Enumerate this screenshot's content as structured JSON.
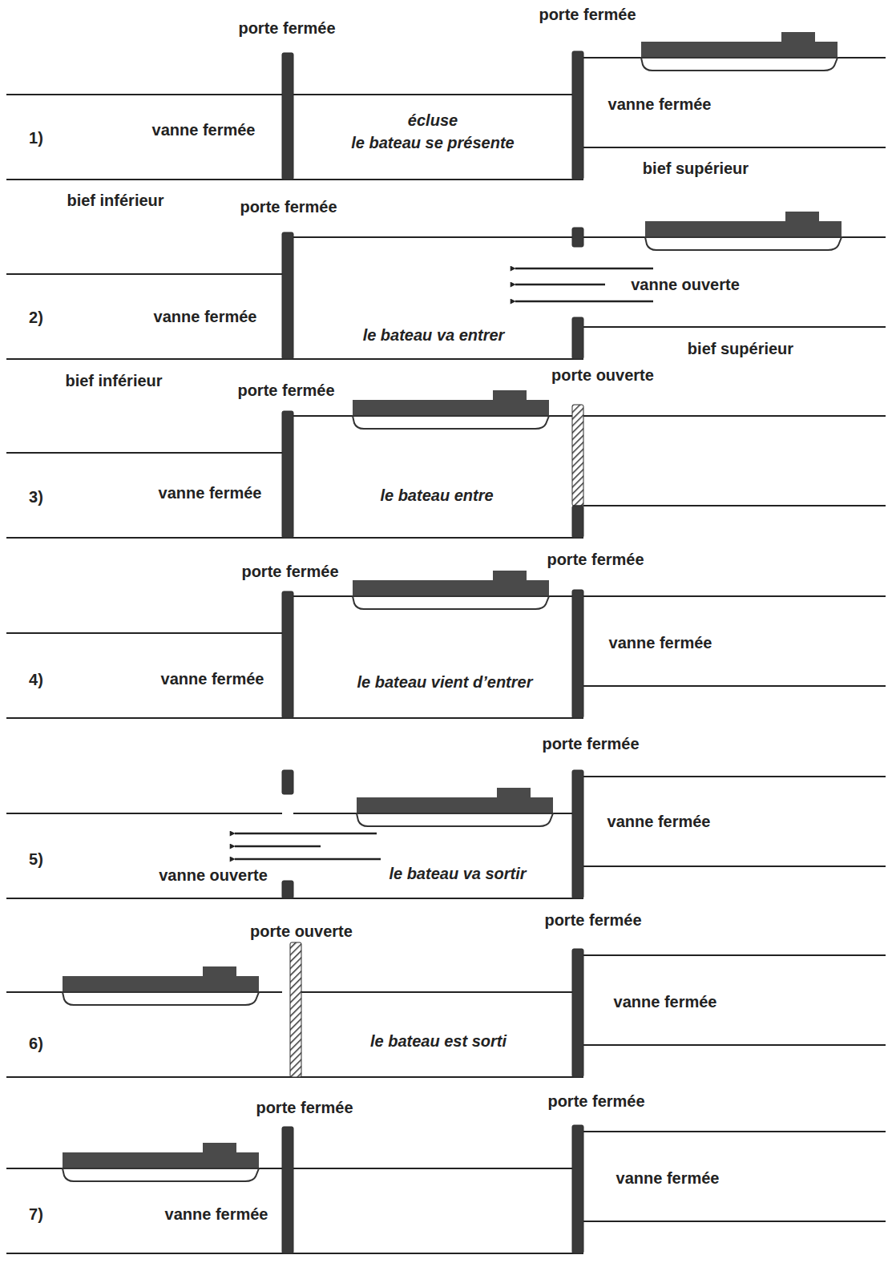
{
  "diagram": {
    "labels": [
      "porte fermée",
      "porte fermée",
      "vanne fermée",
      "écluse",
      "le bateau se présente",
      "1)",
      "vanne fermée",
      "bief supérieur",
      "bief inférieur",
      "porte fermée",
      "vanne ouverte",
      "2)",
      "vanne fermée",
      "le bateau va entrer",
      "bief supérieur",
      "bief inférieur",
      "porte fermée",
      "porte ouverte",
      "3)",
      "vanne fermée",
      "le bateau entre",
      "porte fermée",
      "porte fermée",
      "vanne fermée",
      "4)",
      "vanne fermée",
      "le bateau vient d’entrer",
      "porte fermée",
      "vanne fermée",
      "5)",
      "vanne ouverte",
      "le bateau va sortir",
      "porte ouverte",
      "porte fermée",
      "vanne fermée",
      "6)",
      "le bateau est sorti",
      "porte fermée",
      "porte fermée",
      "vanne fermée",
      "7)",
      "vanne fermée"
    ]
  }
}
